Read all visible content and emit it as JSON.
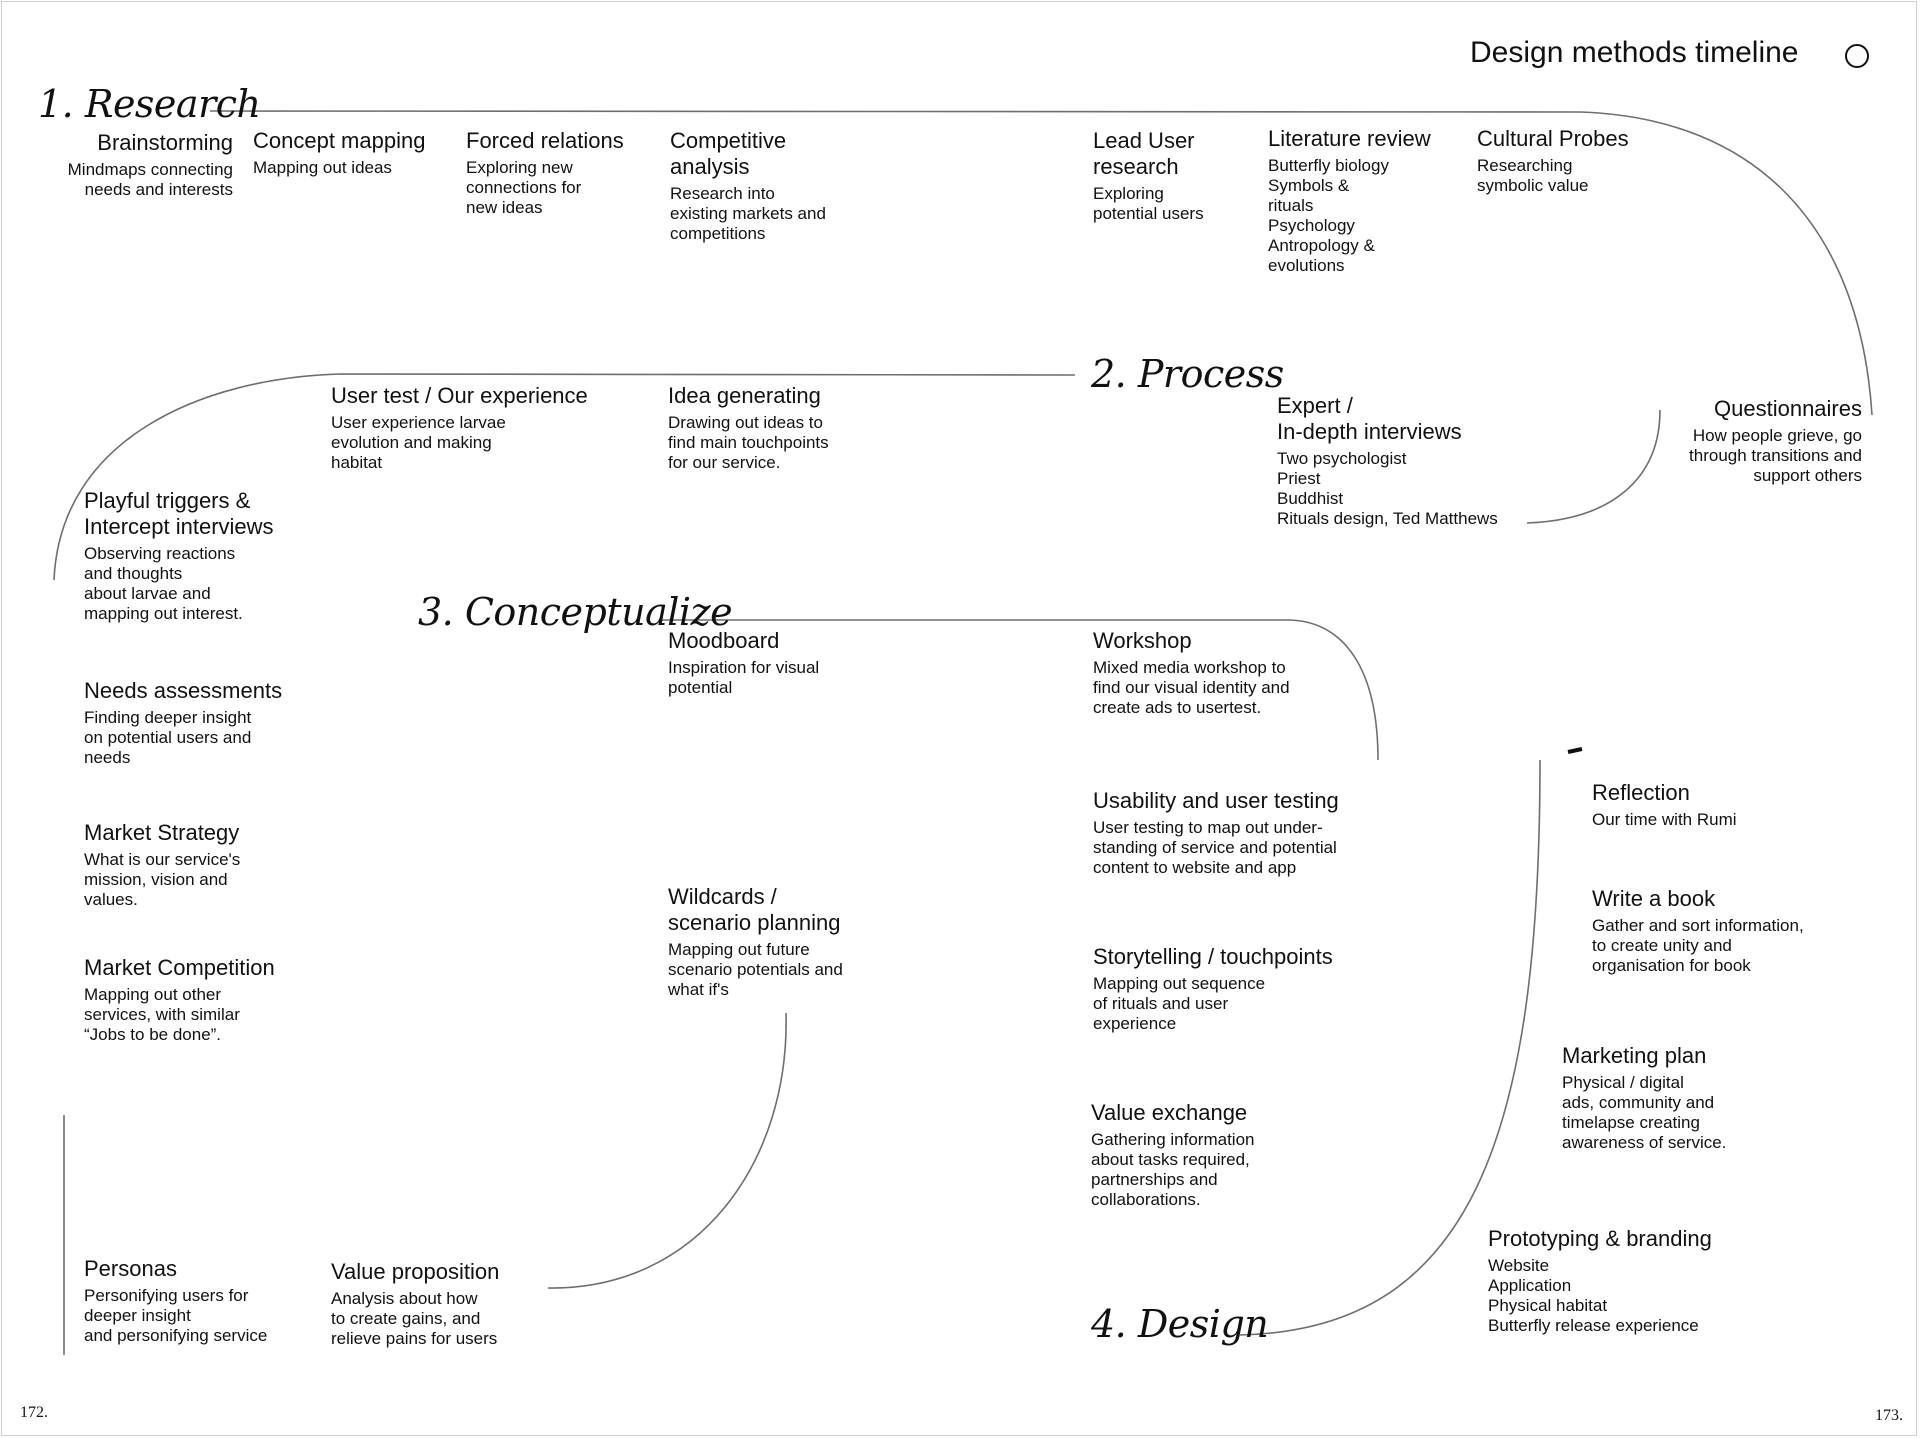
{
  "title": "Design methods timeline",
  "page_left": "172.",
  "page_right": "173.",
  "phases": {
    "research": "1. Research",
    "process": "2. Process",
    "conceptualize": "3. Conceptualize",
    "design": "4. Design"
  },
  "methods": [
    {
      "id": "brainstorming",
      "title": [
        "Brainstorming"
      ],
      "desc": [
        "Mindmaps connecting",
        "needs and interests"
      ]
    },
    {
      "id": "concept-mapping",
      "title": [
        "Concept mapping"
      ],
      "desc": [
        "Mapping out ideas"
      ]
    },
    {
      "id": "forced-relations",
      "title": [
        "Forced relations"
      ],
      "desc": [
        "Exploring new",
        "connections for",
        "new ideas"
      ]
    },
    {
      "id": "competitive-analysis",
      "title": [
        "Competitive",
        "analysis"
      ],
      "desc": [
        "Research into",
        "existing markets and",
        "competitions"
      ]
    },
    {
      "id": "lead-user-research",
      "title": [
        "Lead User",
        "research"
      ],
      "desc": [
        "Exploring",
        "potential users"
      ]
    },
    {
      "id": "literature-review",
      "title": [
        "Literature review"
      ],
      "desc": [
        "Butterfly biology",
        "Symbols &",
        "rituals",
        "Psychology",
        "Antropology &",
        "evolutions"
      ]
    },
    {
      "id": "cultural-probes",
      "title": [
        "Cultural Probes"
      ],
      "desc": [
        "Researching",
        "symbolic value"
      ]
    },
    {
      "id": "user-test",
      "title": [
        "User test / Our experience"
      ],
      "desc": [
        "User experience larvae",
        "evolution and making",
        "habitat"
      ]
    },
    {
      "id": "idea-generating",
      "title": [
        "Idea generating"
      ],
      "desc": [
        "Drawing out ideas to",
        "find main touchpoints",
        "for our service."
      ]
    },
    {
      "id": "expert-interviews",
      "title": [
        "Expert /",
        "In-depth interviews"
      ],
      "desc": [
        "Two psychologist",
        "Priest",
        "Buddhist",
        "Rituals design, Ted Matthews"
      ]
    },
    {
      "id": "questionnaires",
      "title": [
        "Questionnaires"
      ],
      "desc": [
        "How people grieve, go",
        "through transitions and",
        "support others"
      ]
    },
    {
      "id": "playful-triggers",
      "title": [
        "Playful triggers &",
        "Intercept interviews"
      ],
      "desc": [
        "Observing reactions",
        "and thoughts",
        "about larvae and",
        "mapping out interest."
      ]
    },
    {
      "id": "needs-assessments",
      "title": [
        "Needs assessments"
      ],
      "desc": [
        "Finding deeper insight",
        "on potential users and",
        "needs"
      ]
    },
    {
      "id": "market-strategy",
      "title": [
        "Market Strategy"
      ],
      "desc": [
        "What is our service's",
        "mission, vision and",
        "values."
      ]
    },
    {
      "id": "market-competition",
      "title": [
        "Market Competition"
      ],
      "desc": [
        "Mapping out other",
        "services, with similar",
        "“Jobs to be done”."
      ]
    },
    {
      "id": "personas",
      "title": [
        "Personas"
      ],
      "desc": [
        "Personifying users for",
        "deeper insight",
        "and personifying service"
      ]
    },
    {
      "id": "value-proposition",
      "title": [
        "Value proposition"
      ],
      "desc": [
        "Analysis about how",
        "to create gains, and",
        "relieve pains for users"
      ]
    },
    {
      "id": "moodboard",
      "title": [
        "Moodboard"
      ],
      "desc": [
        "Inspiration for visual",
        "potential"
      ]
    },
    {
      "id": "wildcards",
      "title": [
        "Wildcards /",
        "scenario planning"
      ],
      "desc": [
        "Mapping out future",
        "scenario potentials and",
        "what if's"
      ]
    },
    {
      "id": "workshop",
      "title": [
        "Workshop"
      ],
      "desc": [
        "Mixed media workshop to",
        "find our visual identity and",
        "create ads to usertest."
      ]
    },
    {
      "id": "usability-testing",
      "title": [
        "Usability and user testing"
      ],
      "desc": [
        "User testing to map out under-",
        "standing of service and potential",
        "content to website and app"
      ]
    },
    {
      "id": "storytelling",
      "title": [
        "Storytelling / touchpoints"
      ],
      "desc": [
        "Mapping out sequence",
        "of rituals and user",
        "experience"
      ]
    },
    {
      "id": "value-exchange",
      "title": [
        "Value exchange"
      ],
      "desc": [
        "Gathering information",
        "about tasks required,",
        "partnerships and",
        "collaborations."
      ]
    },
    {
      "id": "reflection",
      "title": [
        "Reflection"
      ],
      "desc": [
        "Our time with Rumi"
      ]
    },
    {
      "id": "write-a-book",
      "title": [
        "Write a book"
      ],
      "desc": [
        "Gather and sort information,",
        "to create unity and",
        "organisation for book"
      ]
    },
    {
      "id": "marketing-plan",
      "title": [
        "Marketing plan"
      ],
      "desc": [
        "Physical / digital",
        "ads, community and",
        "timelapse creating",
        "awareness of service."
      ]
    },
    {
      "id": "prototyping-branding",
      "title": [
        "Prototyping & branding"
      ],
      "desc": [
        "Website",
        "Application",
        "Physical habitat",
        "Butterfly release experience"
      ]
    }
  ]
}
